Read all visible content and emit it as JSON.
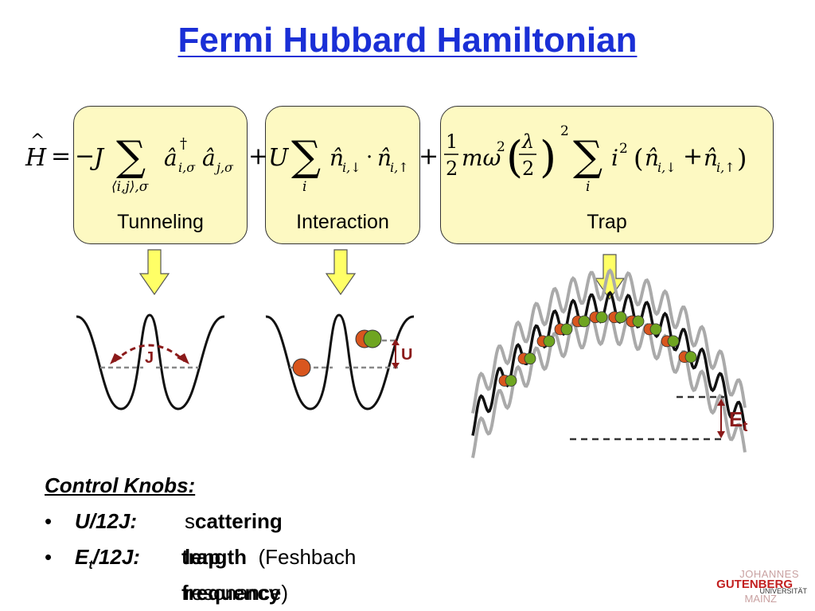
{
  "slide": {
    "title": "Fermi Hubbard Hamiltonian"
  },
  "boxes": [
    {
      "label": "Tunneling"
    },
    {
      "label": "Interaction"
    },
    {
      "label": "Trap"
    }
  ],
  "diagrams": {
    "tunneling_label": "J",
    "interaction_label": "U",
    "trap_label_main": "E",
    "trap_label_sub": "t"
  },
  "knobs": {
    "heading": "Control Knobs:",
    "items": [
      {
        "bullet": "•",
        "param": "U/12J",
        "colon": ":",
        "value_prefix": "s",
        "value_bold": "cattering length",
        "value_note": "(Feshbach resonance)"
      },
      {
        "bullet": "•",
        "param_main": "E",
        "param_sub": "t",
        "param_rest": "/12J",
        "colon": ":",
        "value_bold": "trap frequency"
      }
    ]
  },
  "logo": {
    "line1": "JOHANNES",
    "line2": "GUTENBERG",
    "line3": "UNIVERSITÄT",
    "line4": "MAINZ"
  },
  "colors": {
    "title": "#1a2fd6",
    "box_fill": "#fdf9c2",
    "arrow_fill": "#ffff66",
    "dark_red": "#8b1a1a",
    "orange_ball": "#d9561e",
    "green_ball": "#6fa521"
  }
}
